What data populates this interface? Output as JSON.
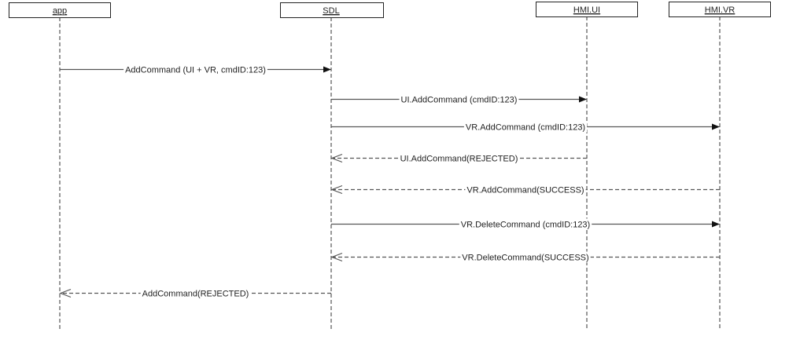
{
  "actors": [
    {
      "id": "app",
      "label": "app"
    },
    {
      "id": "sdl",
      "label": "SDL"
    },
    {
      "id": "hmi_ui",
      "label": "HMI.UI"
    },
    {
      "id": "hmi_vr",
      "label": "HMI.VR"
    }
  ],
  "messages": [
    {
      "from": "app",
      "to": "sdl",
      "label": "AddCommand (UI + VR, cmdID:123)",
      "type": "sync"
    },
    {
      "from": "sdl",
      "to": "hmi_ui",
      "label": "UI.AddCommand (cmdID:123)",
      "type": "sync"
    },
    {
      "from": "sdl",
      "to": "hmi_vr",
      "label": "VR.AddCommand (cmdID:123)",
      "type": "sync"
    },
    {
      "from": "hmi_ui",
      "to": "sdl",
      "label": "UI.AddCommand(REJECTED)",
      "type": "reply"
    },
    {
      "from": "hmi_vr",
      "to": "sdl",
      "label": "VR.AddCommand(SUCCESS)",
      "type": "reply"
    },
    {
      "from": "sdl",
      "to": "hmi_vr",
      "label": "VR.DeleteCommand (cmdID:123)",
      "type": "sync"
    },
    {
      "from": "hmi_vr",
      "to": "sdl",
      "label": "VR.DeleteCommand(SUCCESS)",
      "type": "reply"
    },
    {
      "from": "sdl",
      "to": "app",
      "label": "AddCommand(REJECTED)",
      "type": "reply"
    }
  ]
}
